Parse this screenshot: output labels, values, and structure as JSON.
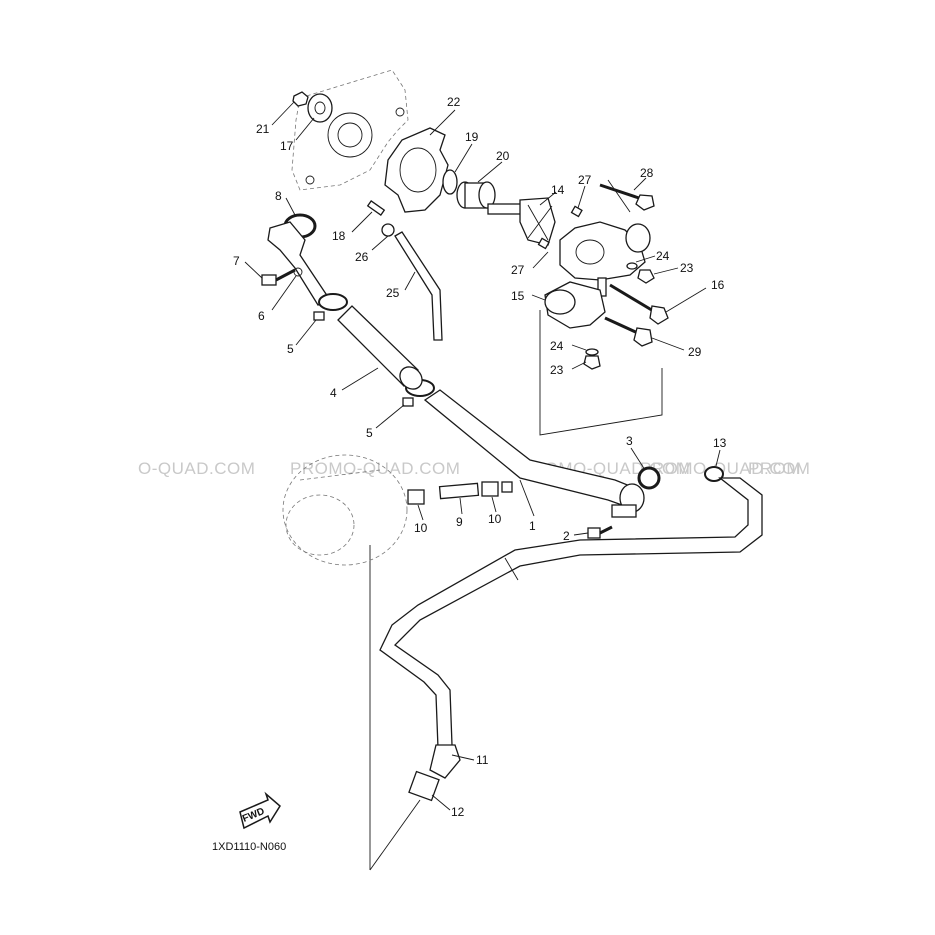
{
  "diagram": {
    "code": "1XD1110-N060",
    "fwd_label": "FWD",
    "watermarks": [
      "O-QUAD.COM",
      "PROMO-QUAD.COM",
      "PROMO-QUAD.COM",
      "PROMO-QUAD.COM",
      "PROM"
    ],
    "callouts": [
      "1",
      "2",
      "3",
      "4",
      "5",
      "5",
      "6",
      "7",
      "8",
      "9",
      "10",
      "10",
      "11",
      "12",
      "13",
      "14",
      "15",
      "16",
      "17",
      "18",
      "19",
      "20",
      "21",
      "22",
      "23",
      "23",
      "24",
      "24",
      "25",
      "26",
      "27",
      "27",
      "28",
      "29"
    ]
  }
}
